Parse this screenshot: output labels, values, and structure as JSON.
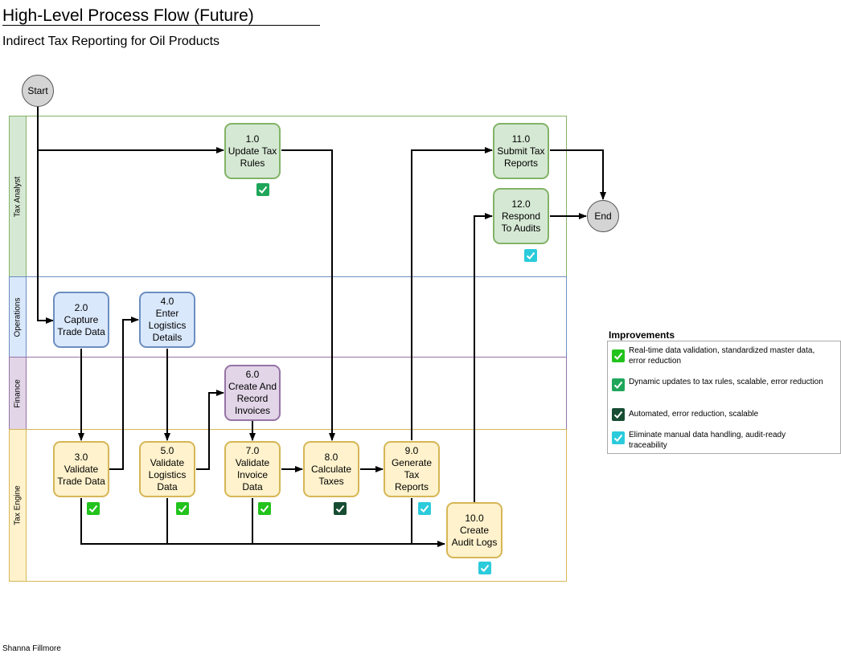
{
  "title": "High-Level Process Flow (Future)",
  "subtitle": "Indirect Tax Reporting for Oil Products",
  "author": "Shanna Fillmore",
  "lanes": [
    {
      "label": "Tax Analyst"
    },
    {
      "label": "Operations"
    },
    {
      "label": "Finance"
    },
    {
      "label": "Tax Engine"
    }
  ],
  "start_label": "Start",
  "end_label": "End",
  "steps": {
    "s1": {
      "number": "1.0",
      "label": "Update Tax\nRules"
    },
    "s2": {
      "number": "2.0",
      "label": "Capture\nTrade Data"
    },
    "s3": {
      "number": "3.0",
      "label": "Validate\nTrade Data"
    },
    "s4": {
      "number": "4.0",
      "label": "Enter\nLogistics\nDetails"
    },
    "s5": {
      "number": "5.0",
      "label": "Validate\nLogistics\nData"
    },
    "s6": {
      "number": "6.0",
      "label": "Create And\nRecord\nInvoices"
    },
    "s7": {
      "number": "7.0",
      "label": "Validate\nInvoice\nData"
    },
    "s8": {
      "number": "8.0",
      "label": "Calculate\nTaxes"
    },
    "s9": {
      "number": "9.0",
      "label": "Generate\nTax\nReports"
    },
    "s10": {
      "number": "10.0",
      "label": "Create\nAudit Logs"
    },
    "s11": {
      "number": "11.0",
      "label": "Submit Tax\nReports"
    },
    "s12": {
      "number": "12.0",
      "label": "Respond\nTo Audits"
    }
  },
  "legend": {
    "title": "Improvements",
    "items": [
      {
        "text": "Real-time data validation, standardized master data, error reduction",
        "color": "#22c31c"
      },
      {
        "text": "Dynamic updates to tax rules, scalable, error reduction",
        "color": "#1fa65a"
      },
      {
        "text": "Automated, error reduction, scalable",
        "color": "#174d33"
      },
      {
        "text": "Eliminate manual data handling, audit-ready traceability",
        "color": "#2ccbdb"
      }
    ]
  },
  "colors": {
    "tax_analyst_lane": "#d5e8d4",
    "operations_lane": "#dae8fc",
    "finance_lane": "#e1d5e7",
    "tax_engine_lane": "#fff2cc"
  }
}
